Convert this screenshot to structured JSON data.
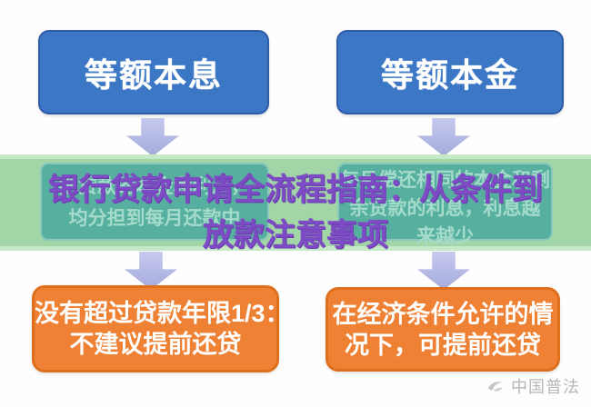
{
  "title_overlay": {
    "line1": "银行贷款申请全流程指南：从条件到",
    "line2": "放款注意事项",
    "color": "#7d4bc4"
  },
  "flow": {
    "top_left_box": {
      "label": "等额本息"
    },
    "top_right_box": {
      "label": "等额本金"
    },
    "mid_left_box": {
      "lines": [
        "把贷款的本金和利息，",
        "均分担到每月还款中"
      ]
    },
    "mid_right_box": {
      "lines": [
        "每月偿还相同的本金和剩",
        "余贷款的利息，利息越",
        "来越少"
      ]
    },
    "bottom_left_box": {
      "lines": [
        "没有超过贷款年限1/3：",
        "不建议提前还贷"
      ]
    },
    "bottom_right_box": {
      "lines": [
        "在经济条件允许的情",
        "况下，可提前还贷"
      ]
    }
  },
  "watermark": {
    "text": "中国普法"
  },
  "colors": {
    "blue_box_fill": "#3c77c5",
    "blue_box_border": "#2d5ca6",
    "band_background": "#a3d6a6",
    "band_edge": "#c5e8c7",
    "teal_box_fill": "#57b09f",
    "teal_text": "#a4dbca",
    "orange_box_fill": "#ee8133",
    "orange_box_border": "#dd6f1d",
    "arrow": "#b3b8e5",
    "overlay_text": "#7d4bc4",
    "watermark_gray": "#b6b6b6"
  }
}
